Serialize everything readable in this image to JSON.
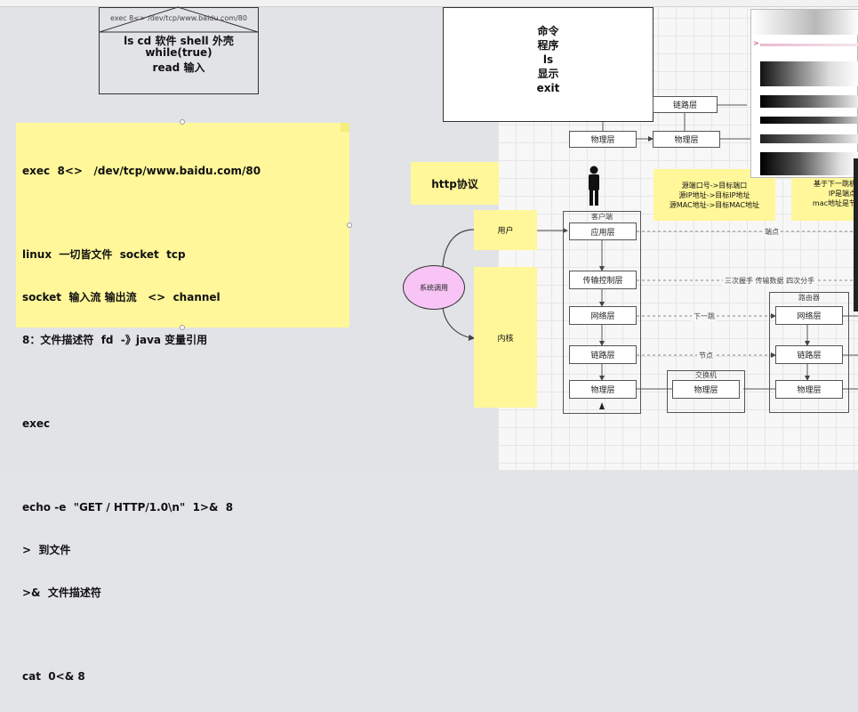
{
  "shell_box": {
    "title": "exec  8<>  /dev/tcp/www.baidu.com/80",
    "line1": "ls  cd 软件  shell  外壳",
    "line2": "while(true)",
    "line3": "read 输入"
  },
  "command_box": {
    "line1": "命令",
    "line2": "程序",
    "line3": "ls",
    "line4": "显示",
    "line5": "exit"
  },
  "main_note": {
    "line1": "exec  8<>   /dev/tcp/www.baidu.com/80",
    "line2": "linux  一切皆文件  socket  tcp",
    "line3": "socket  输入流 输出流   <>  channel",
    "line4": "8：文件描述符  fd  -》java 变量引用",
    "line5": "exec",
    "line6": "echo -e  \"GET / HTTP/1.0\\n\"  1>&  8",
    "line7": ">  到文件",
    "line8": ">&  文件描述符",
    "line9": "cat  0<& 8"
  },
  "http_note": "http协议",
  "user_note": "用户",
  "kernel_note": "内核",
  "syscall_label": "系统调用",
  "addr_note": {
    "line1": "源端口号->目标端口",
    "line2": "源IP地址->目标IP地址",
    "line3": "源MAC地址->目标MAC地址"
  },
  "right_note": {
    "line1": "基于下一跳机",
    "line2": "IP是端点",
    "line3": "mac地址是节"
  },
  "top_layers": {
    "link": "链路层",
    "phys1": "物理层",
    "phys2": "物理层"
  },
  "client": {
    "title": "客户端",
    "app": "应用层",
    "transport": "传输控制层",
    "network": "网络层",
    "link": "链路层",
    "physical": "物理层"
  },
  "switch": {
    "title": "交换机",
    "physical": "物理层"
  },
  "router": {
    "title": "路由器",
    "network": "网络层",
    "link": "链路层",
    "physical": "物理层"
  },
  "connections": {
    "endpoint": "端点",
    "handshake": "三次握手 传输数据 四次分手",
    "next_hop": "下一跳",
    "node": "节点"
  },
  "popup_marker": ">",
  "colors": {
    "note_yellow": "#fff799",
    "syscall_pink": "#f7c4f5",
    "canvas_grey": "#e2e3e7"
  }
}
